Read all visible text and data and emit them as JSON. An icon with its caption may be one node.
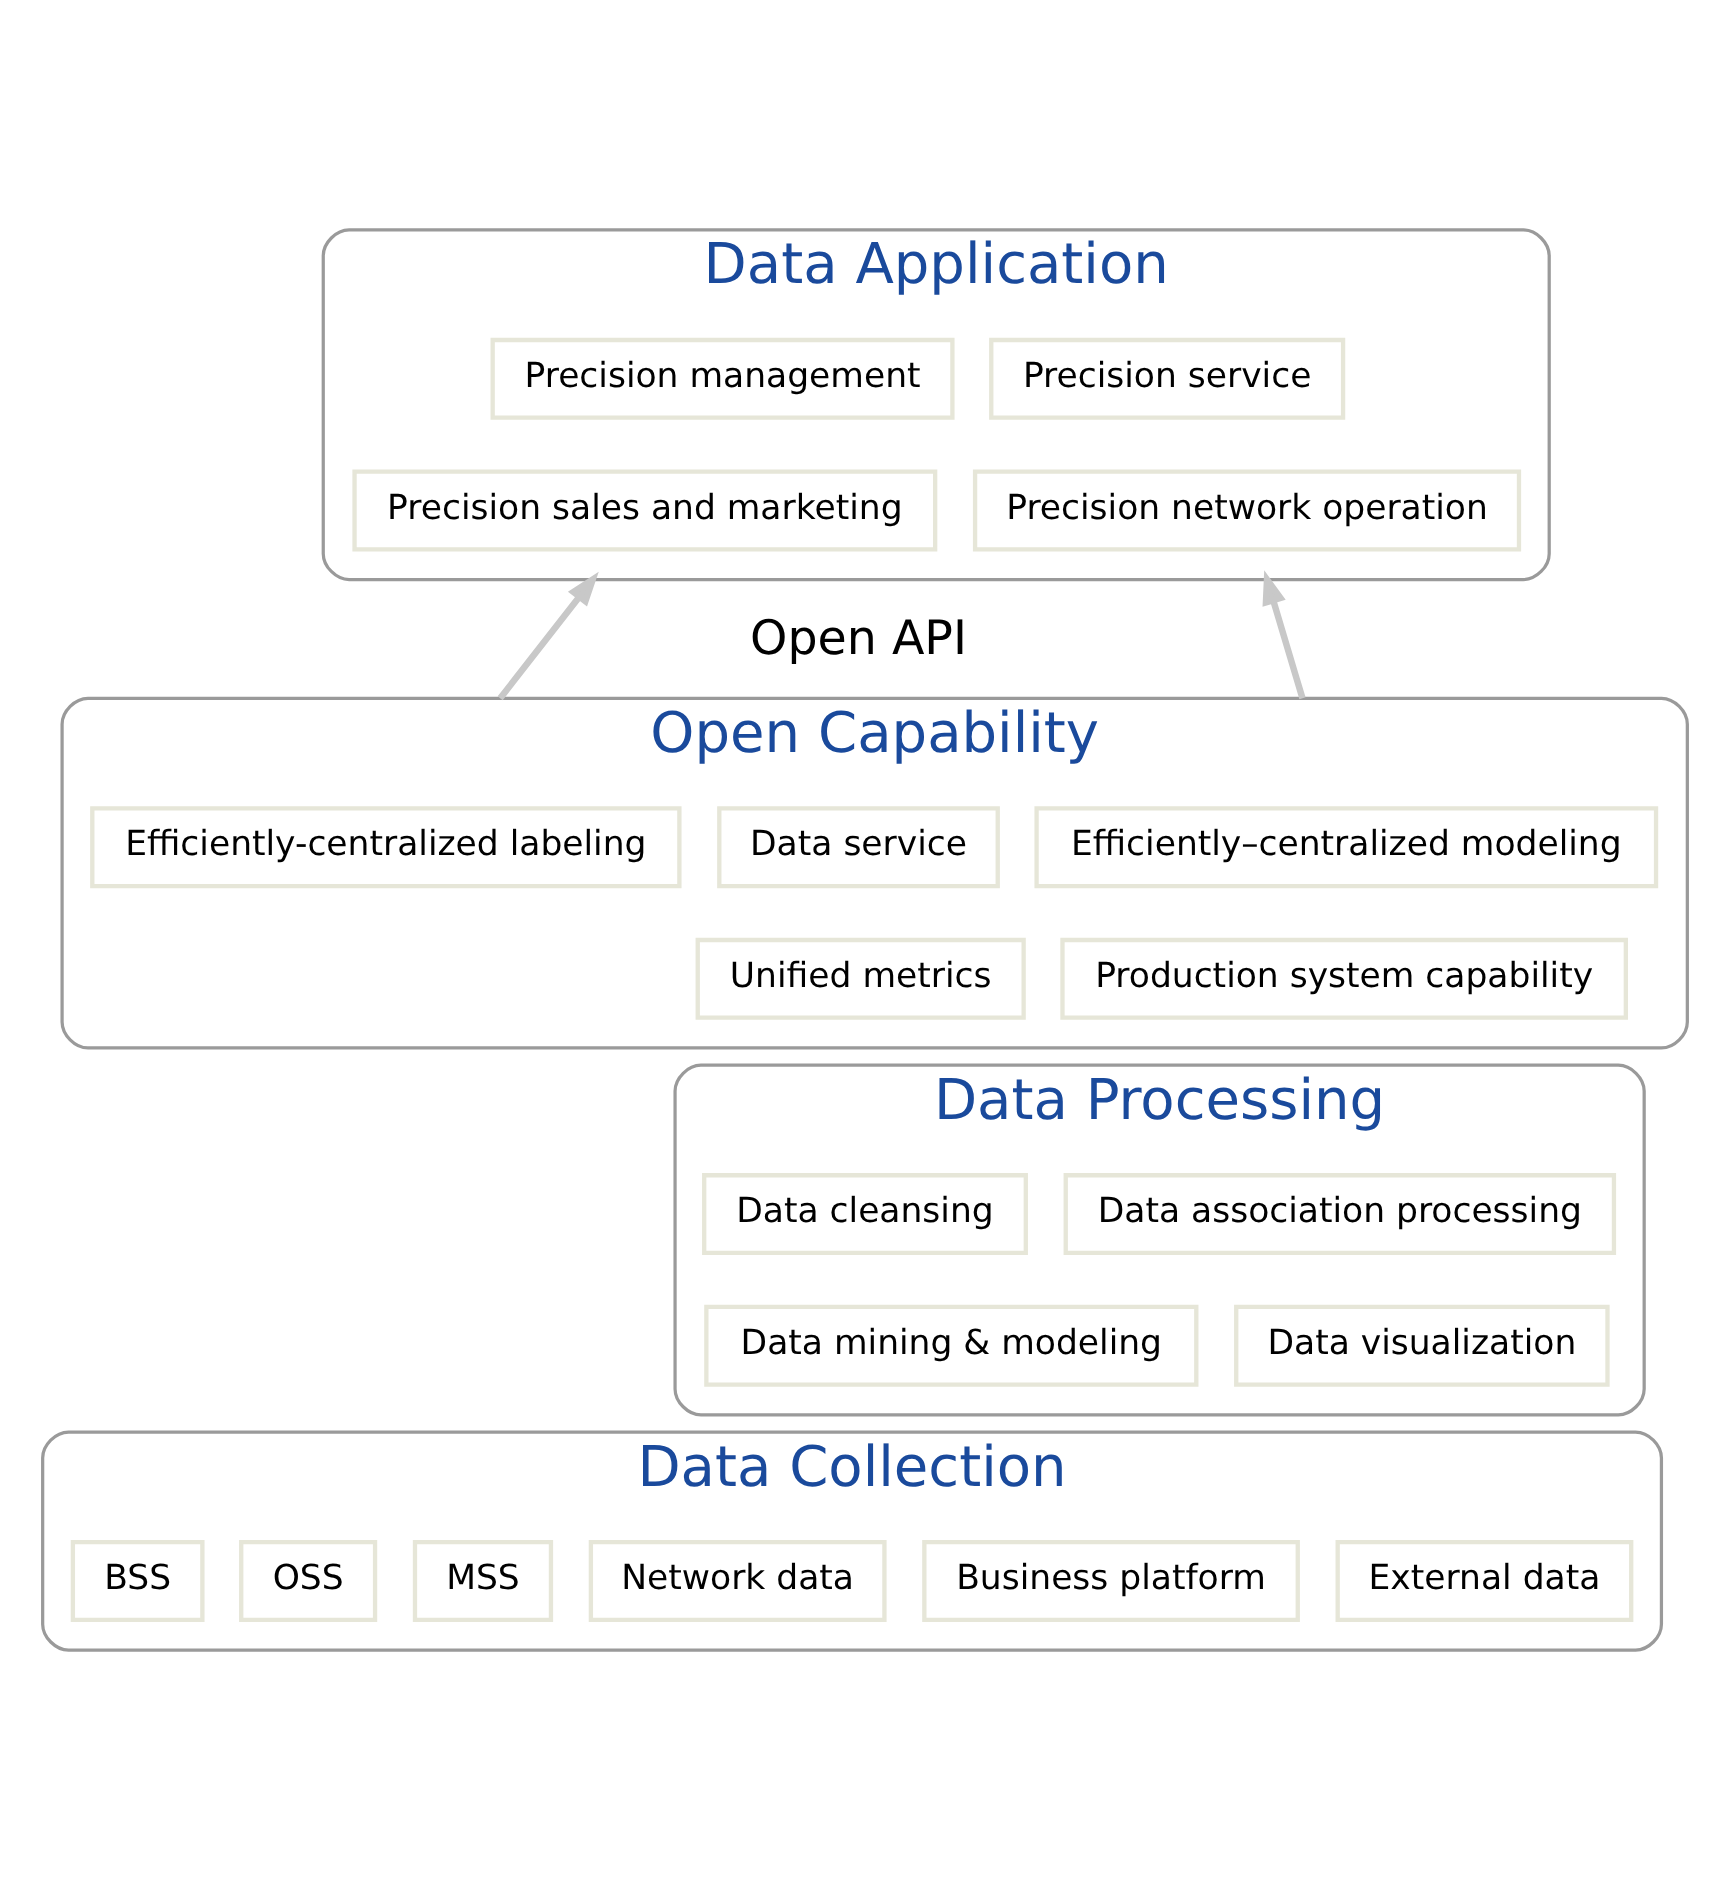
{
  "diagram": {
    "nodes": [
      {
        "text": [
          "Data Application"
        ]
      },
      {
        "text": [
          "Precision management"
        ],
        "in": 0
      },
      {
        "text": [
          "Precision service"
        ],
        "in": 0
      },
      {
        "text": [
          "Precision sales and marketing"
        ],
        "in": 0
      },
      {
        "text": [
          "Precision network operation"
        ],
        "in": 0
      },
      {
        "text": [
          "Open Capability"
        ]
      },
      {
        "text": [
          "Data service"
        ],
        "in": 5
      },
      {
        "text": [
          "Efficiently-centralized labeling"
        ],
        "in": 5
      },
      {
        "text": [
          "Efficiently–centralized modeling"
        ],
        "in": 5
      },
      {
        "text": [
          "Unified metrics"
        ],
        "in": 5
      },
      {
        "text": [
          "Production system capability"
        ],
        "in": 5
      },
      {
        "text": [
          "Data Processing"
        ]
      },
      {
        "text": [
          "Data cleansing"
        ],
        "in": 11
      },
      {
        "text": [
          "Data association processing"
        ],
        "in": 11
      },
      {
        "text": [
          "Data mining & modeling"
        ],
        "in": 11
      },
      {
        "text": [
          "Data visualization"
        ],
        "in": 11
      },
      {
        "text": [
          "Data Collection"
        ]
      },
      {
        "text": [
          "BSS"
        ],
        "in": 16
      },
      {
        "text": [
          "OSS"
        ],
        "in": 16
      },
      {
        "text": [
          "MSS"
        ],
        "in": 16
      },
      {
        "text": [
          "Network data"
        ],
        "in": 16
      },
      {
        "text": [
          "Business platform"
        ],
        "in": 16
      },
      {
        "text": [
          "External data"
        ],
        "in": 16
      }
    ],
    "edges": [
      {
        "from": 5,
        "to": 0,
        "arrow": "to"
      },
      {
        "from": 5,
        "to": 0,
        "arrow": "to"
      }
    ],
    "labels": [
      "Open API"
    ]
  }
}
